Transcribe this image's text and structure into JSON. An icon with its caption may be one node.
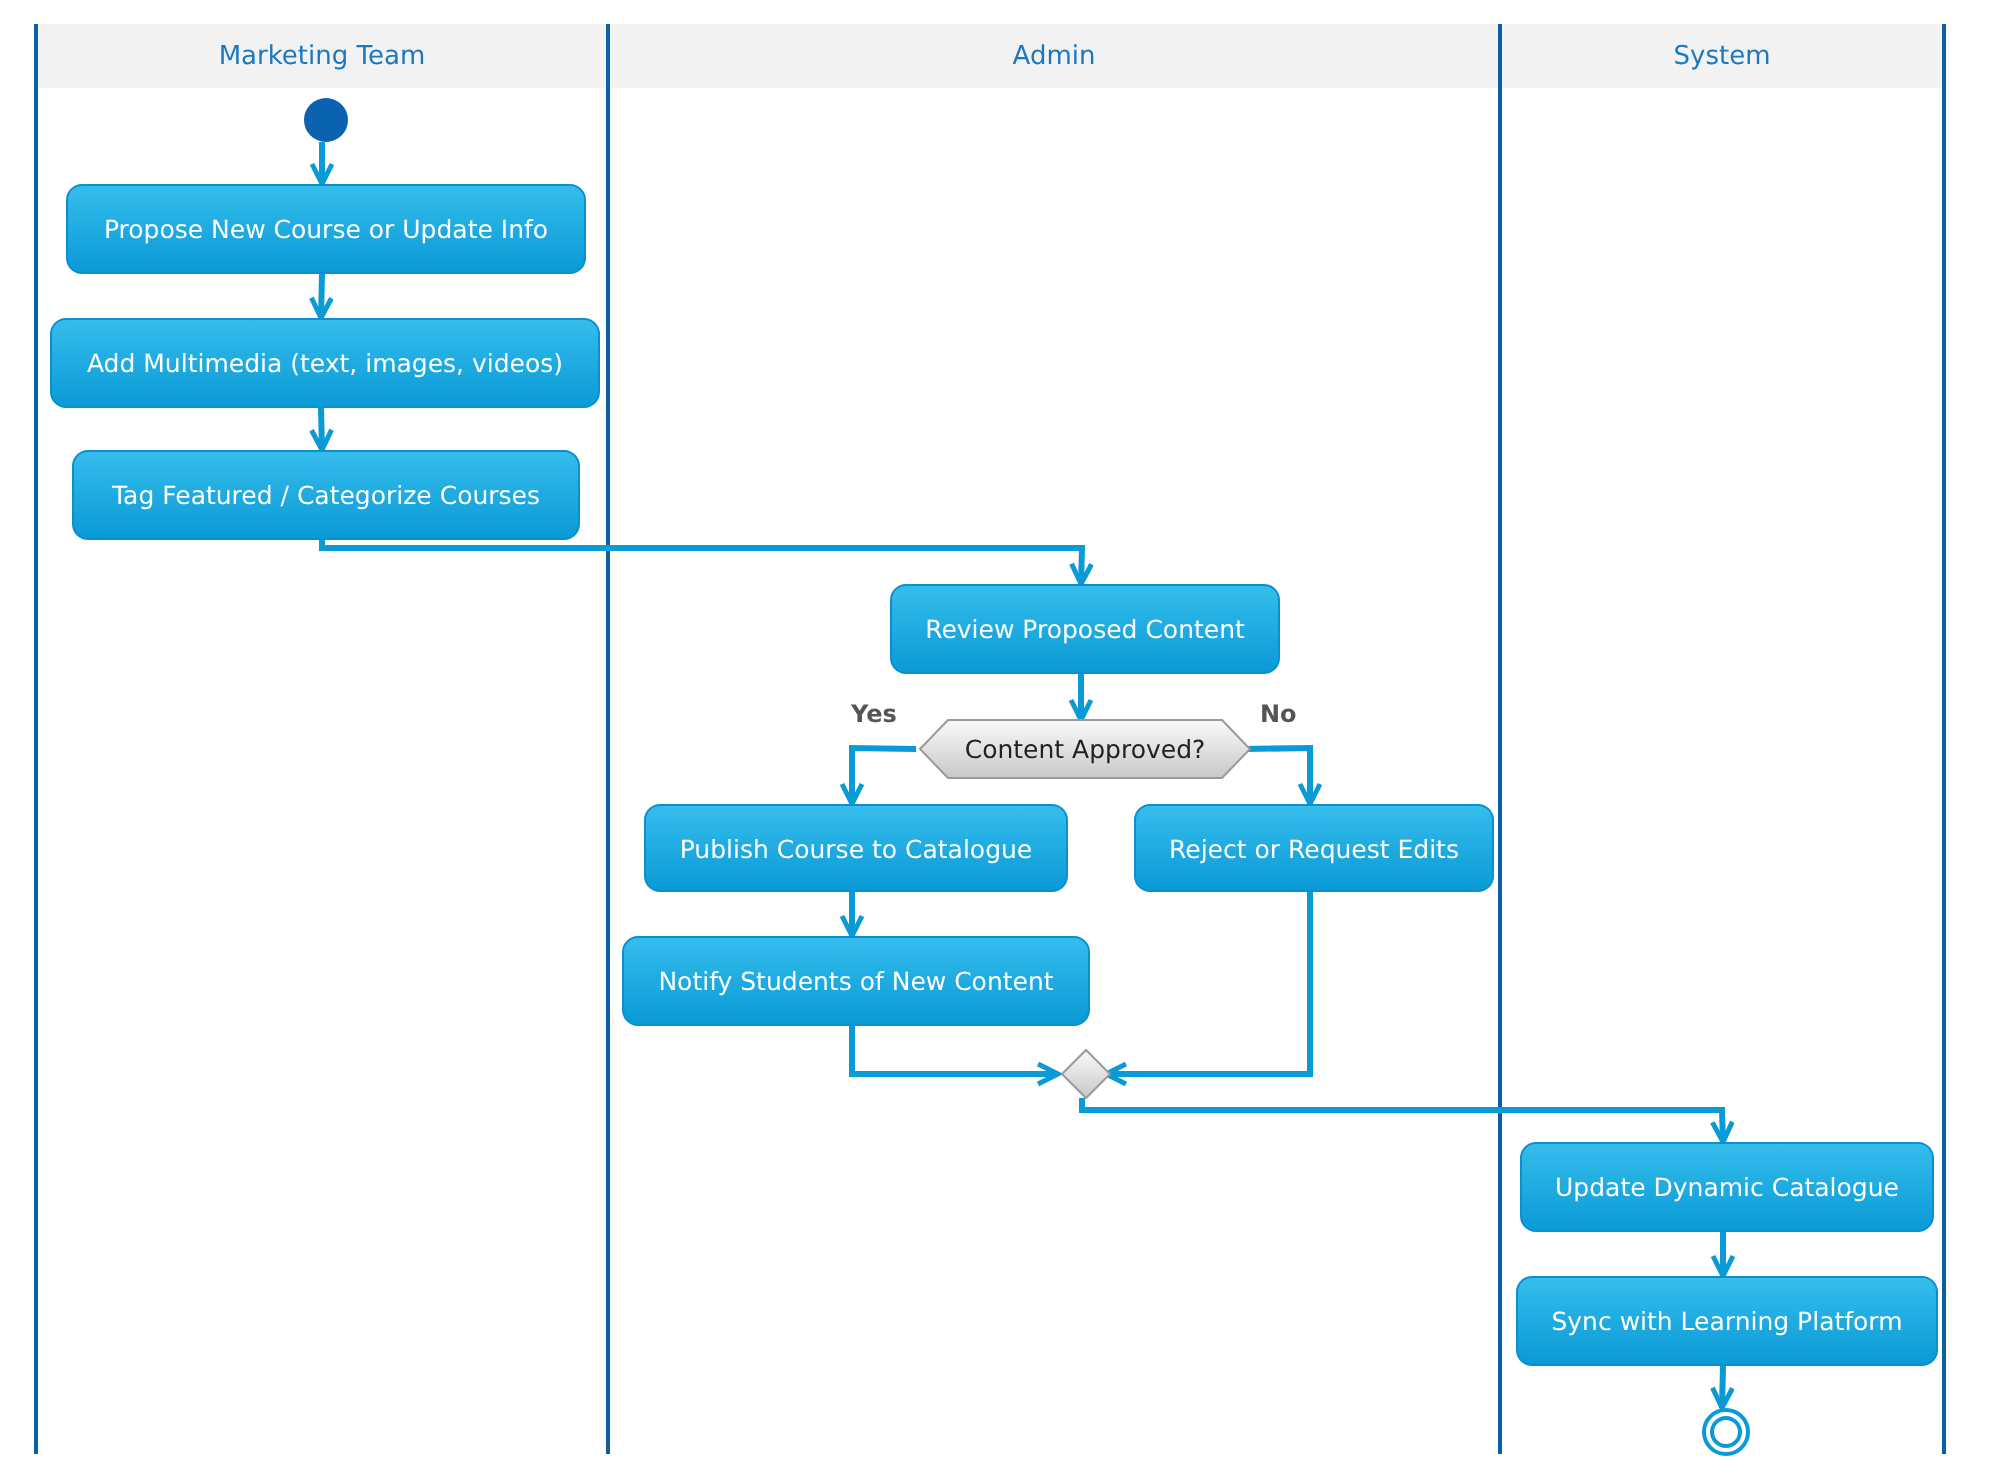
{
  "diagram": {
    "nodes": [
      {
        "text": [
          "Marketing Team"
        ]
      },
      {
        "text": [
          "Admin"
        ]
      },
      {
        "text": [
          "System"
        ]
      },
      {
        "text": [],
        "shape": "circle",
        "in": 0
      },
      {
        "text": [
          "Propose New Course or Update Info"
        ],
        "in": 0
      },
      {
        "text": [
          "Add Multimedia (text, images, videos)"
        ],
        "in": 0
      },
      {
        "text": [
          "Tag Featured / Categorize Courses"
        ],
        "in": 0
      },
      {
        "text": [
          "Review Proposed Content"
        ],
        "in": 1
      },
      {
        "text": [
          "Content Approved?"
        ],
        "in": 1
      },
      {
        "text": [
          "Publish Course to Catalogue"
        ],
        "in": 1
      },
      {
        "text": [
          "Reject or Request Edits"
        ],
        "in": 1
      },
      {
        "text": [
          "Notify Students of New Content"
        ],
        "in": 1
      },
      {
        "text": [],
        "shape": "diamond",
        "in": 1
      },
      {
        "text": [
          "Update Dynamic Catalogue"
        ],
        "in": 2
      },
      {
        "text": [
          "Sync with Learning Platform"
        ],
        "in": 2
      },
      {
        "text": [],
        "shape": "circle",
        "in": 2
      }
    ],
    "edges": [
      {
        "from": 3,
        "to": 4,
        "arrow": "to"
      },
      {
        "from": 4,
        "to": 5,
        "arrow": "to"
      },
      {
        "from": 5,
        "to": 6,
        "arrow": "to"
      },
      {
        "from": 6,
        "to": 7,
        "arrow": "to"
      },
      {
        "from": 7,
        "to": 8,
        "arrow": "to"
      },
      {
        "from": 8,
        "to": 9,
        "arrow": "to",
        "label": "Yes"
      },
      {
        "from": 8,
        "to": 10,
        "arrow": "to",
        "label": "No"
      },
      {
        "from": 9,
        "to": 11,
        "arrow": "to"
      },
      {
        "from": 11,
        "to": 12,
        "arrow": "to"
      },
      {
        "from": 10,
        "to": 12,
        "arrow": "to"
      },
      {
        "from": 12,
        "to": 13,
        "arrow": "to"
      },
      {
        "from": 13,
        "to": 14,
        "arrow": "to"
      },
      {
        "from": 14,
        "to": 15,
        "arrow": "to"
      }
    ]
  }
}
